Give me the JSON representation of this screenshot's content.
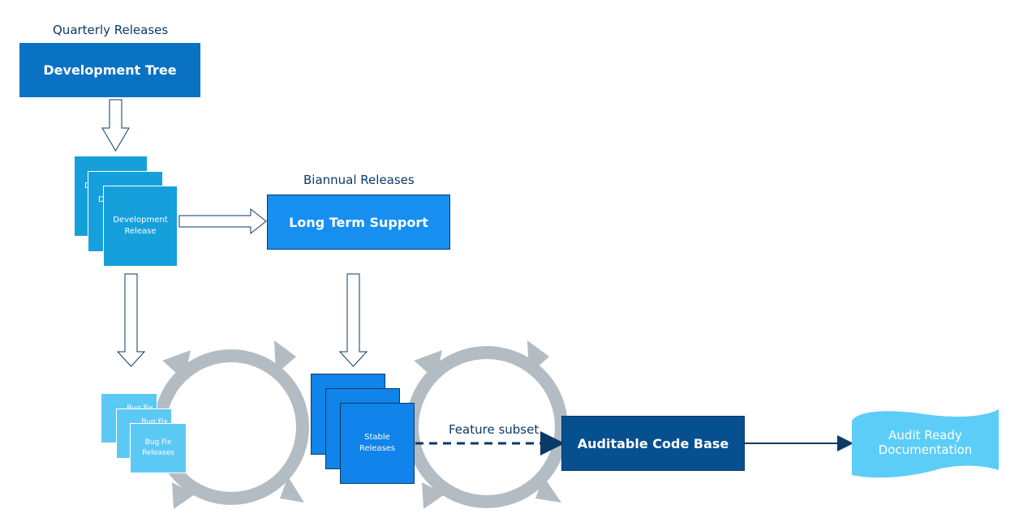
{
  "colors": {
    "dev_tree": "#0a72c2",
    "dev_release": "#15a0dc",
    "lts": "#168ff0",
    "bugfix": "#5cc9f5",
    "stable": "#1084ea",
    "auditable": "#07508f",
    "documentation": "#5ccdf7",
    "cycle": "#b4bcc3",
    "arrow_line": "#0b3a66"
  },
  "quarterly": {
    "heading": "Quarterly Releases",
    "box": "Development Tree"
  },
  "dev_release": {
    "line1": "Development",
    "line2": "Release",
    "back1": "D",
    "back2": "D"
  },
  "biannual": {
    "heading": "Biannual Releases",
    "box": "Long Term Support"
  },
  "bugfix": {
    "line1": "Bug Fix",
    "line2": "Releases",
    "back1": "Bug Fix",
    "back1b": "R",
    "back2": "Bug Fix",
    "back2b": "R"
  },
  "stable": {
    "line1": "Stable",
    "line2": "Releases"
  },
  "feature_subset": "Feature subset",
  "auditable": "Auditable Code Base",
  "documentation": {
    "line1": "Audit Ready",
    "line2": "Documentation"
  }
}
